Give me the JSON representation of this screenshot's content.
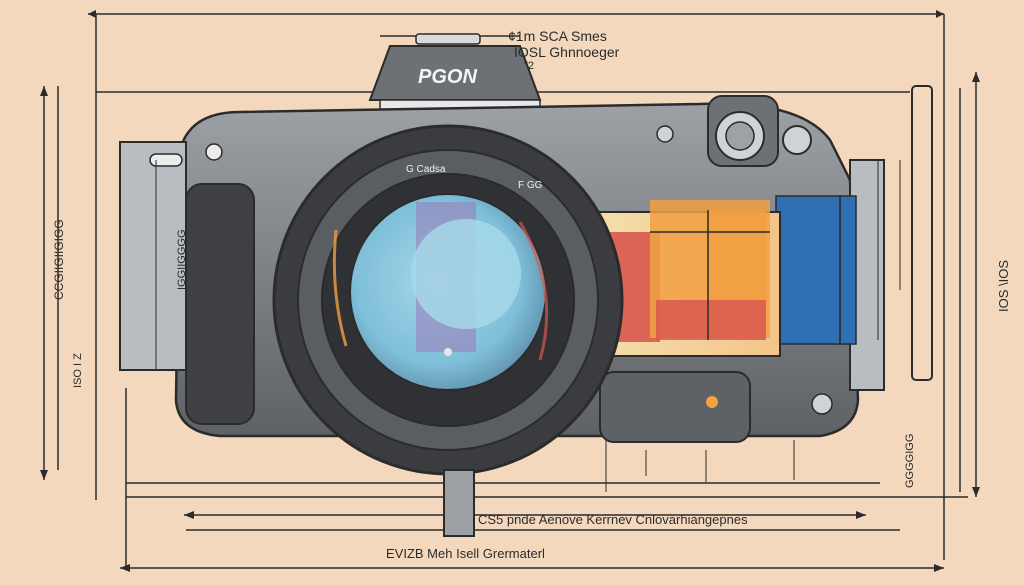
{
  "colors": {
    "background": "#f4d8bd",
    "ink": "#2b2b2b",
    "body_dark": "#5b5d60",
    "body_mid": "#7c7f83",
    "body_light": "#a9adb2",
    "lens_glass": "#8ecbe3",
    "panel_red": "#d9584f",
    "panel_orange": "#f1a042",
    "panel_yellow": "#f5e2b0",
    "panel_blue": "#2f6fb3",
    "lens_purple": "#9a78b8"
  },
  "icons": [
    "camera-body",
    "lens",
    "viewfinder",
    "shutter-button",
    "dimension-arrows"
  ],
  "labels": {
    "top_line1": "¢1m  SCA Smes",
    "top_line2": "IOSL Ghnnoeger",
    "top_small": "\"2",
    "brand": "PGON",
    "lens_text_left": "G  Cadsa",
    "lens_text_right": "F  GG",
    "left_vertical_1": "CCGIIGIIGIGG",
    "left_vertical_2": "IGGIIGGGG",
    "left_vertical_3": "ISO I Z",
    "right_vertical_1": "IOS  \\IOS",
    "right_vertical_2": "GGGGIGG",
    "bottom_line1": "CS5 pnde  Aenove  Kerrnev  Cnlovarhiangepnes",
    "bottom_line2": "EVIZB  Meh  Isell  Grermaterl"
  }
}
